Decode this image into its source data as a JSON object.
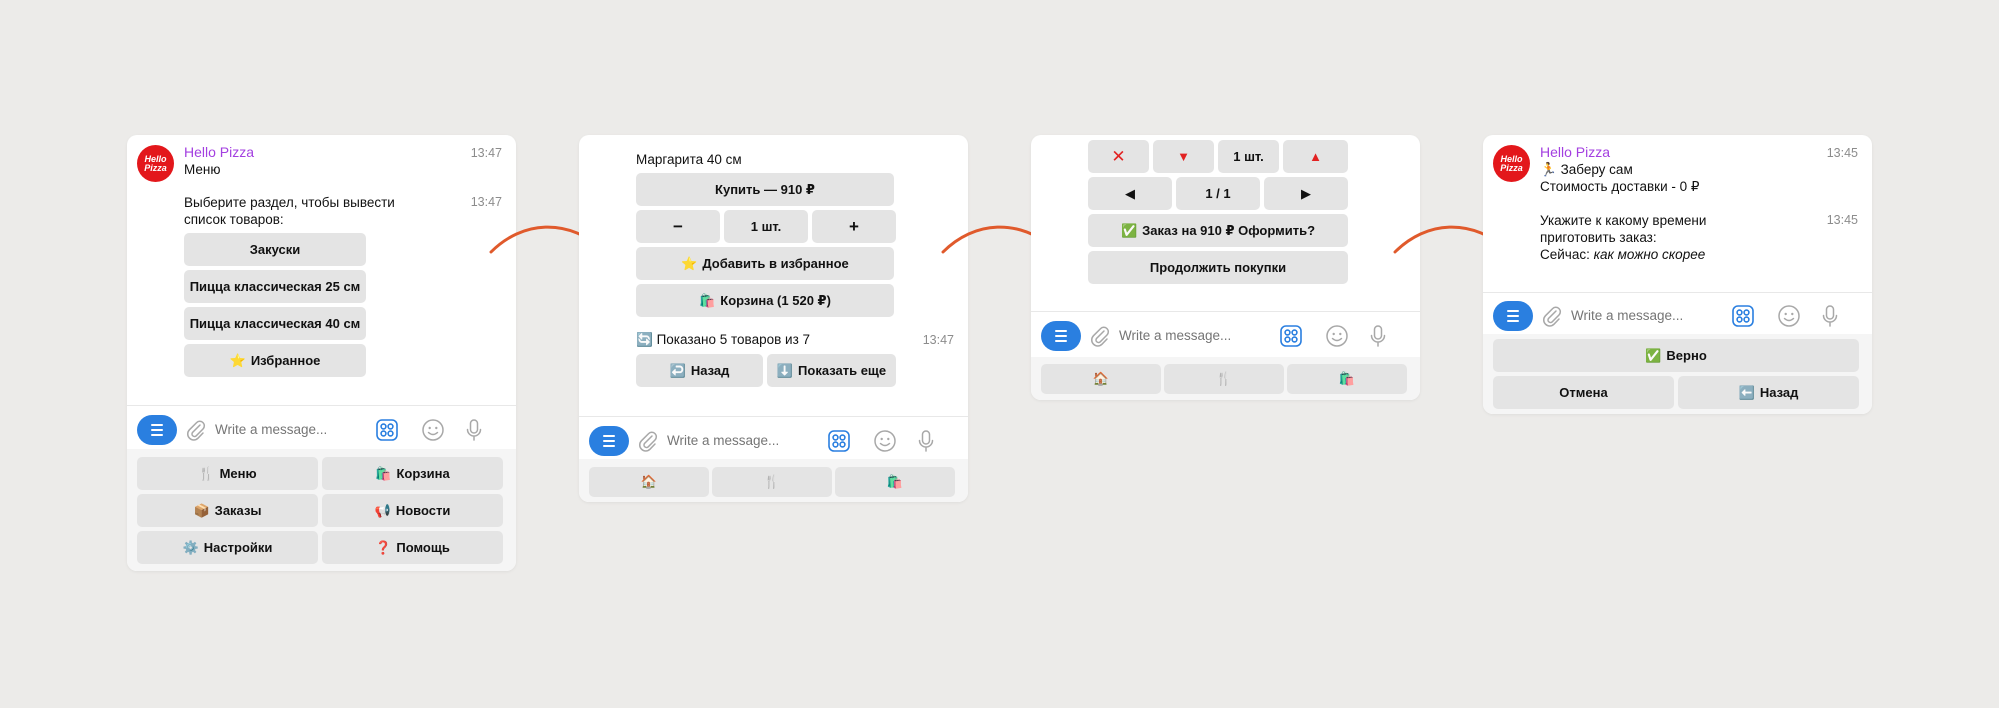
{
  "colors": {
    "background": "#ecebe9",
    "sender": "#a33fe0",
    "accent": "#2a7fe0",
    "arrow": "#e05a2c",
    "avatar": "#e3171b"
  },
  "avatar_text": "Hello Pizza",
  "composer": {
    "placeholder": "Write a message..."
  },
  "screen1": {
    "sender": "Hello Pizza",
    "messages": [
      {
        "text": "Меню",
        "time": "13:47"
      },
      {
        "text_line1": "Выберите раздел, чтобы вывести",
        "text_line2": "список товаров:",
        "time": "13:47"
      }
    ],
    "inline_buttons": [
      {
        "label": "Закуски"
      },
      {
        "label": "Пицца классическая 25 см"
      },
      {
        "label": "Пицца классическая 40 см"
      },
      {
        "emoji": "⭐",
        "label": "Избранное"
      }
    ],
    "keyboard": [
      {
        "emoji": "🍴",
        "label": "Меню"
      },
      {
        "emoji": "🛍️",
        "label": "Корзина"
      },
      {
        "emoji": "📦",
        "label": "Заказы"
      },
      {
        "emoji": "📢",
        "label": "Новости"
      },
      {
        "emoji": "⚙️",
        "label": "Настройки"
      },
      {
        "emoji": "❓",
        "label": "Помощь"
      }
    ]
  },
  "screen2": {
    "product": "Маргарита 40 см",
    "buy": "Купить — 910 ₽",
    "minus": "−",
    "qty": "1 шт.",
    "plus": "+",
    "favorite": {
      "emoji": "⭐",
      "label": "Добавить в избранное"
    },
    "cart": {
      "emoji": "🛍️",
      "label": "Корзина (1 520 ₽)"
    },
    "shown": {
      "emoji": "🔄",
      "label": "Показано 5 товаров из 7",
      "time": "13:47"
    },
    "back": {
      "emoji": "↩️",
      "label": "Назад"
    },
    "more": {
      "emoji": "⬇️",
      "label": "Показать еще"
    },
    "keyboard": [
      "🏠",
      "🍴",
      "🛍️"
    ]
  },
  "screen3": {
    "remove": "✕",
    "down": "▼",
    "qty": "1 шт.",
    "up": "▲",
    "prev": "◀",
    "page": "1 / 1",
    "next": "▶",
    "checkout": {
      "emoji": "✅",
      "label": "Заказ на 910 ₽ Оформить?"
    },
    "continue": "Продолжить покупки",
    "keyboard": [
      "🏠",
      "🍴",
      "🛍️"
    ]
  },
  "screen4": {
    "sender": "Hello Pizza",
    "pickup": {
      "emoji": "🏃",
      "label": "Заберу сам",
      "time": "13:45"
    },
    "delivery": "Стоимость доставки - 0 ₽",
    "ask_line1": "Укажите к какому времени",
    "ask_line2": "приготовить заказ:",
    "now_label": "Сейчас:",
    "now_value": "как можно скорее",
    "ask_time": "13:45",
    "confirm": {
      "emoji": "✅",
      "label": "Верно"
    },
    "cancel": "Отмена",
    "back": {
      "emoji": "⬅️",
      "label": "Назад"
    }
  }
}
